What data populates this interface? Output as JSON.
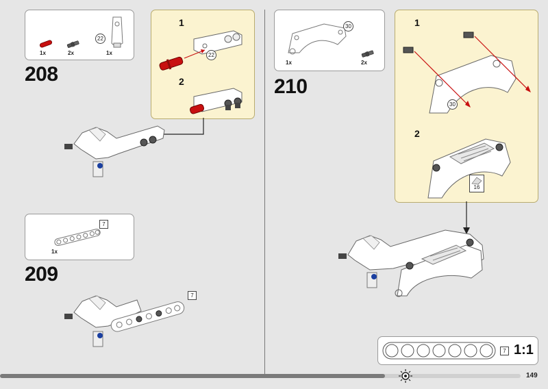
{
  "page_number": "149",
  "progress_fraction": 0.74,
  "steps": {
    "s208": {
      "number": "208",
      "parts": [
        {
          "qty": "1x",
          "color": "red pin"
        },
        {
          "qty": "2x",
          "color": "dark grey pin"
        },
        {
          "qty": "1x",
          "color": "white connector"
        }
      ],
      "parts_callout": "22",
      "sub1": "1",
      "sub1_callout": "22",
      "sub2": "2"
    },
    "s209": {
      "number": "209",
      "parts": [
        {
          "qty": "1x"
        }
      ],
      "beam_badge": "7",
      "model_badge": "7"
    },
    "s210": {
      "number": "210",
      "parts": [
        {
          "qty": "1x"
        },
        {
          "qty": "2x"
        }
      ],
      "parts_callout": "30",
      "sub1": "1",
      "sub1_callout": "30",
      "sub2": "2",
      "sub2_badge": "16"
    }
  },
  "scale_box": {
    "badge": "7",
    "ratio": "1:1"
  },
  "colors": {
    "red_part": "#c81010",
    "panel_yellow": "#fbf3d0",
    "axle_blue": "#1a3fa0"
  }
}
